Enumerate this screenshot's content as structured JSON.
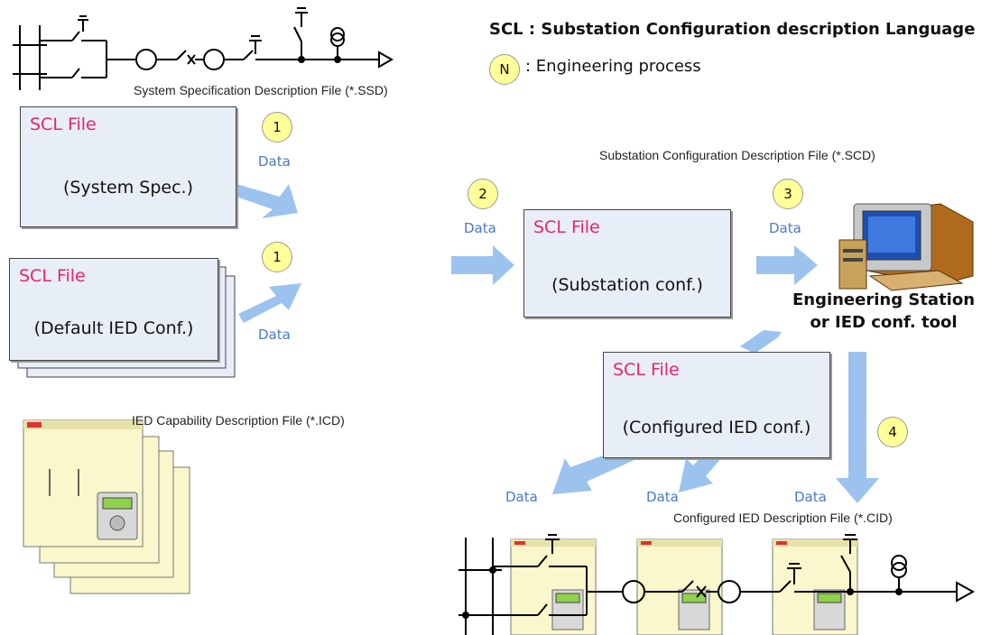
{
  "legend": {
    "scl_definition": "SCL : Substation Configuration description Language",
    "step_symbol": "N",
    "step_meaning": ": Engineering process"
  },
  "captions": {
    "ssd": "System Specification Description File (*.SSD)",
    "scd": "Substation Configuration Description File (*.SCD)",
    "icd": "IED Capability Description File (*.ICD)",
    "cid": "Configured IED Description File (*.CID)"
  },
  "files": {
    "system_spec": {
      "title": "SCL File",
      "body": "(System Spec.)"
    },
    "default_ied": {
      "title": "SCL File",
      "body": "(Default IED Conf.)"
    },
    "substation": {
      "title": "SCL File",
      "body": "(Substation conf.)"
    },
    "configured_ied": {
      "title": "SCL File",
      "body": "(Configured IED conf.)"
    }
  },
  "steps": {
    "s1a": "1",
    "s1b": "1",
    "s2": "2",
    "s3": "3",
    "s4": "4"
  },
  "data_label": "Data",
  "engineering_station": {
    "line1": "Engineering Station",
    "line2": "or  IED conf. tool"
  },
  "colors": {
    "card_fill": "#e8eef8",
    "scl_title": "#e8246e",
    "arrow": "#9cc3ee",
    "step_fill": "#ffff99",
    "data_text": "#4a78c8",
    "ied_panel": "#fbf7cc"
  }
}
